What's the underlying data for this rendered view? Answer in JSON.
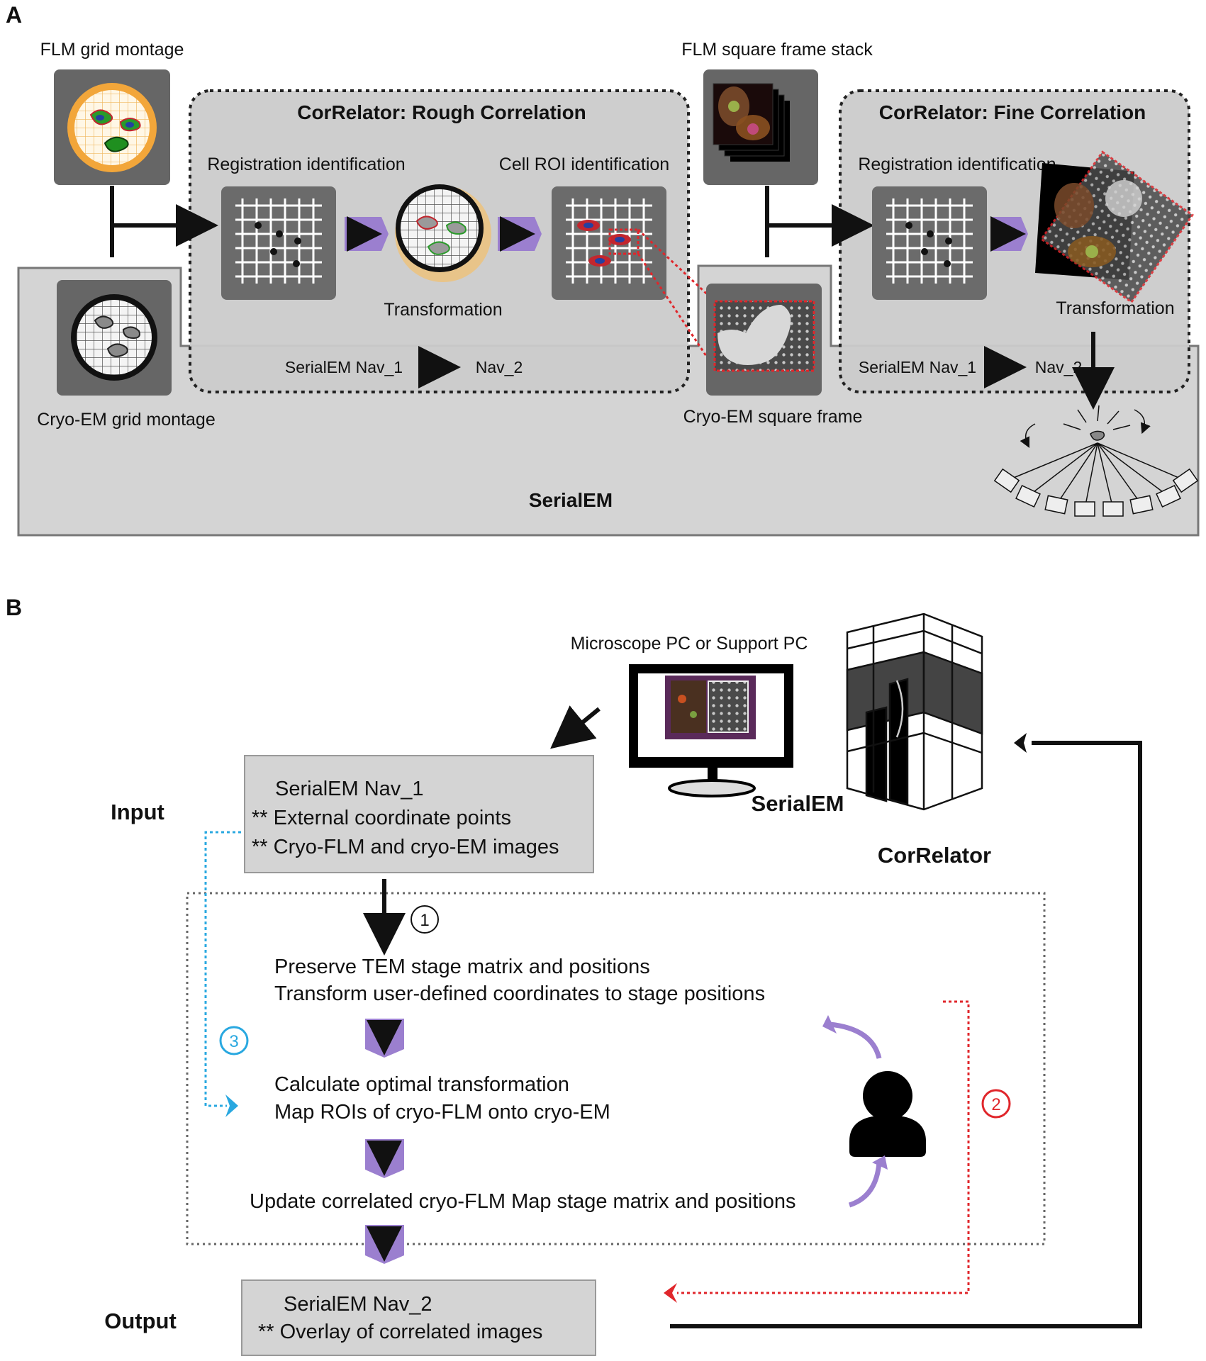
{
  "panel_a": {
    "letter": "A",
    "flm_grid_montage": "FLM grid montage",
    "cryo_em_grid_montage": "Cryo-EM grid montage",
    "rough": {
      "title": "CorRelator: Rough Correlation",
      "registration": "Registration identification",
      "cell_roi": "Cell ROI identification",
      "transformation": "Transformation",
      "nav_from": "SerialEM Nav_1",
      "nav_to": "Nav_2"
    },
    "flm_square_stack": "FLM square frame stack",
    "cryo_em_square_frame": "Cryo-EM square frame",
    "fine": {
      "title": "CorRelator: Fine Correlation",
      "registration": "Registration identification",
      "transformation": "Transformation",
      "nav_from": "SerialEM Nav_1",
      "nav_to": "Nav_2"
    },
    "serialem": "SerialEM"
  },
  "panel_b": {
    "letter": "B",
    "pc_label": "Microscope PC or Support PC",
    "serialem": "SerialEM",
    "correlator": "CorRelator",
    "input_label": "Input",
    "output_label": "Output",
    "input_box": {
      "line1": "SerialEM Nav_1",
      "line2": "** External coordinate points",
      "line3": "** Cryo-FLM and cryo-EM images"
    },
    "step1_num": "①",
    "step2_num": "②",
    "step3_num": "③",
    "step_a1": "Preserve TEM stage matrix and positions",
    "step_a2": "Transform user-defined coordinates to stage positions",
    "step_b1": "Calculate optimal transformation",
    "step_b2": "Map ROIs of cryo-FLM onto cryo-EM",
    "step_c": "Update correlated cryo-FLM Map stage matrix and positions",
    "output_box": {
      "line1": "SerialEM Nav_2",
      "line2": "** Overlay of correlated images"
    },
    "colors": {
      "purple": "#9b7fcf",
      "blue": "#29a8e0",
      "red": "#e0262b"
    }
  }
}
